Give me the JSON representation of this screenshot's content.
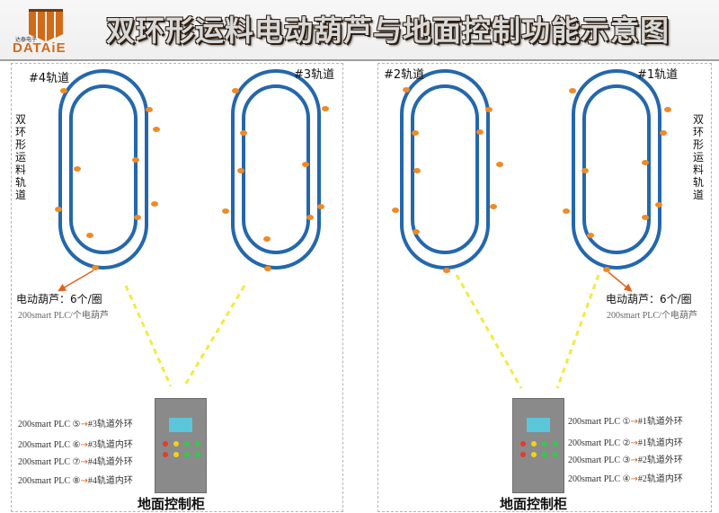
{
  "header": {
    "title": "双环形运料电动葫芦与地面控制功能示意图",
    "logo_caption": "达泰电子",
    "logo_text": "DATAiE"
  },
  "tracks": {
    "t4": "#4轨道",
    "t3": "#3轨道",
    "t2": "#2轨道",
    "t1": "#1轨道"
  },
  "side_label": "双环形运料轨道",
  "hoist": {
    "label": "电动葫芦：6个/圈",
    "sub": "200smart PLC/个电葫芦"
  },
  "cabinet_label": "地面控制柜",
  "left_rows": [
    {
      "plc": "200smart PLC ⑤",
      "target": "#3轨道外环"
    },
    {
      "plc": "200smart PLC ⑥",
      "target": "#3轨道内环"
    },
    {
      "plc": "200smart PLC ⑦",
      "target": "#4轨道外环"
    },
    {
      "plc": "200smart PLC ⑧",
      "target": "#4轨道内环"
    }
  ],
  "right_rows": [
    {
      "plc": "200smart PLC ①",
      "target": "#1轨道外环"
    },
    {
      "plc": "200smart PLC ②",
      "target": "#1轨道内环"
    },
    {
      "plc": "200smart PLC ③",
      "target": "#2轨道外环"
    },
    {
      "plc": "200smart PLC ④",
      "target": "#2轨道内环"
    }
  ],
  "colors": {
    "track": "#2467ad",
    "hoist": "#f08a24",
    "beam": "#f2ea40",
    "arrow": "#e0621e",
    "cabinet": "#8a8a8a",
    "screen": "#5bc5d9",
    "led_red": "#e53b2c",
    "led_yellow": "#f2d21a",
    "led_green": "#33c94a"
  }
}
